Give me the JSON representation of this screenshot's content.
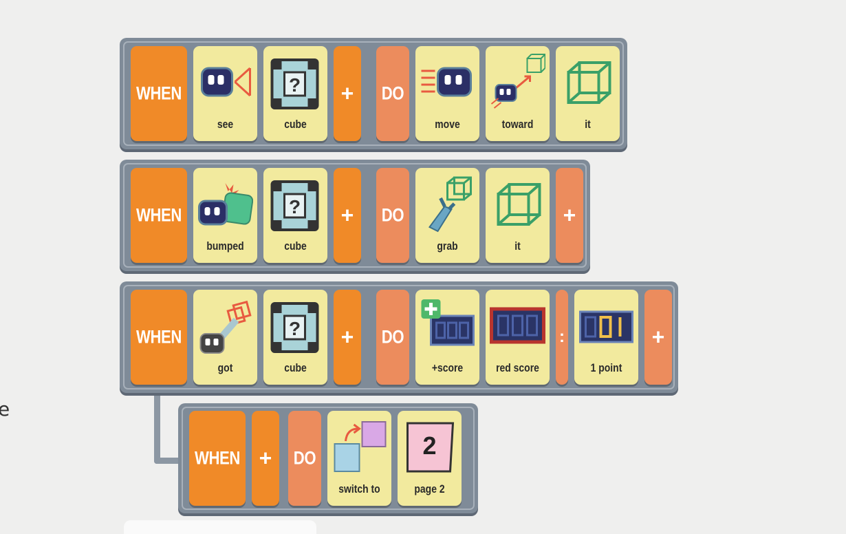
{
  "stray": "e",
  "keywords": {
    "when": "WHEN",
    "do": "DO",
    "plus": "+",
    "colon": ":"
  },
  "rule1": {
    "labels": [
      "see",
      "cube",
      "move",
      "toward",
      "it"
    ]
  },
  "rule2": {
    "labels": [
      "bumped",
      "cube",
      "grab",
      "it"
    ]
  },
  "rule3": {
    "labels": [
      "got",
      "cube",
      "+score",
      "red score",
      "1 point"
    ]
  },
  "rule4": {
    "labels": [
      "switch to",
      "page 2"
    ],
    "page_number": "2"
  },
  "colors": {
    "when": "#f08a28",
    "do": "#ec8c5d",
    "card": "#f2ea9e",
    "rule_frame": "#7f8b98"
  }
}
